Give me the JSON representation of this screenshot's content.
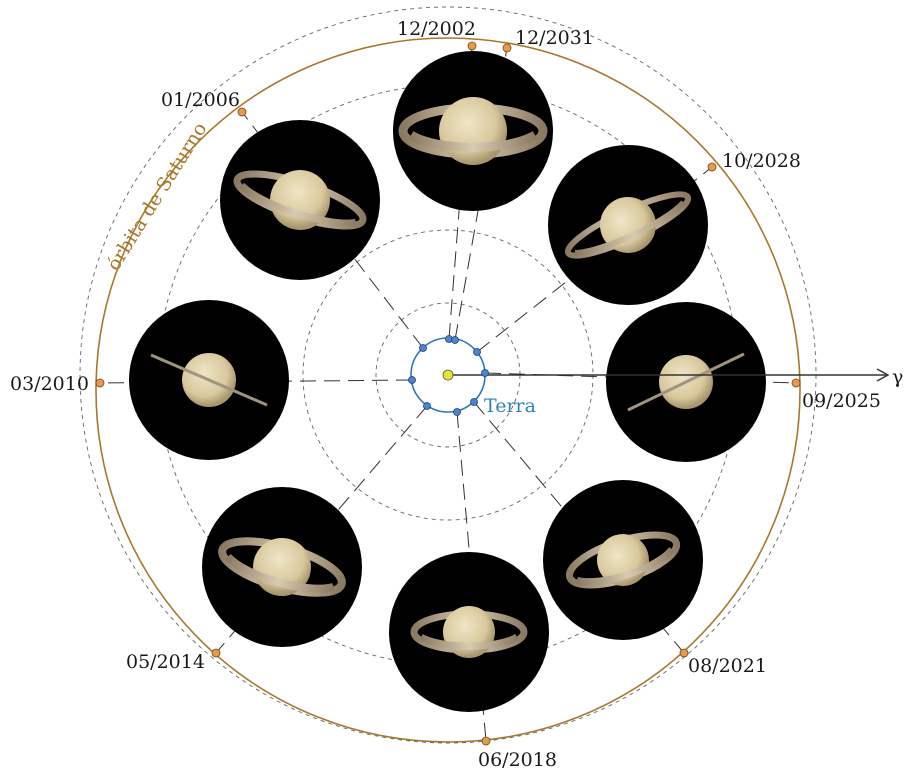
{
  "diagram": {
    "dates": [
      {
        "key": "d2002",
        "text": "12/2002"
      },
      {
        "key": "d2031",
        "text": "12/2031"
      },
      {
        "key": "d2028",
        "text": "10/2028"
      },
      {
        "key": "d2025",
        "text": "09/2025"
      },
      {
        "key": "d2021",
        "text": "08/2021"
      },
      {
        "key": "d2018",
        "text": "06/2018"
      },
      {
        "key": "d2014",
        "text": "05/2014"
      },
      {
        "key": "d2010",
        "text": "03/2010"
      },
      {
        "key": "d2006",
        "text": "01/2006"
      }
    ],
    "earth_label": "Terra",
    "orbit_label": "órbita de Saturno",
    "vernal_symbol": "γ",
    "colors": {
      "saturn_orbit": "#a8782a",
      "earth_orbit": "#2a78b8",
      "earth_point": "#4a86d0",
      "sun": "#e6e62a",
      "saturn_point": "#e89a4a",
      "earth_text": "#2a86b8"
    }
  }
}
